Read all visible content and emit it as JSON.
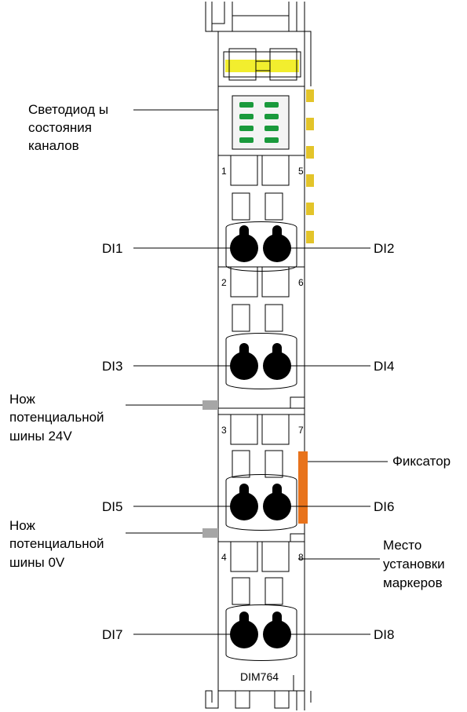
{
  "module": {
    "name": "DIM764"
  },
  "labels": {
    "leds": [
      "Светодиод ы",
      "состояния",
      "каналов"
    ],
    "knife24": [
      "Нож",
      "потенциальной",
      "шины 24V"
    ],
    "knife0": [
      "Нож",
      "потенциальной",
      "шины 0V"
    ],
    "latch": "Фиксатор",
    "marker": [
      "Место",
      "установки",
      "маркеров"
    ]
  },
  "inputs": {
    "di1": "DI1",
    "di2": "DI2",
    "di3": "DI3",
    "di4": "DI4",
    "di5": "DI5",
    "di6": "DI6",
    "di7": "DI7",
    "di8": "DI8"
  },
  "terminals": {
    "t1": "1",
    "t2": "2",
    "t3": "3",
    "t4": "4",
    "t5": "5",
    "t6": "6",
    "t7": "7",
    "t8": "8"
  },
  "colors": {
    "led": "#1a9a3c",
    "contact": "#e3c42a",
    "latch": "#e8731c",
    "knife": "#a6a6a6",
    "connector_top": "#f2ee2e"
  }
}
